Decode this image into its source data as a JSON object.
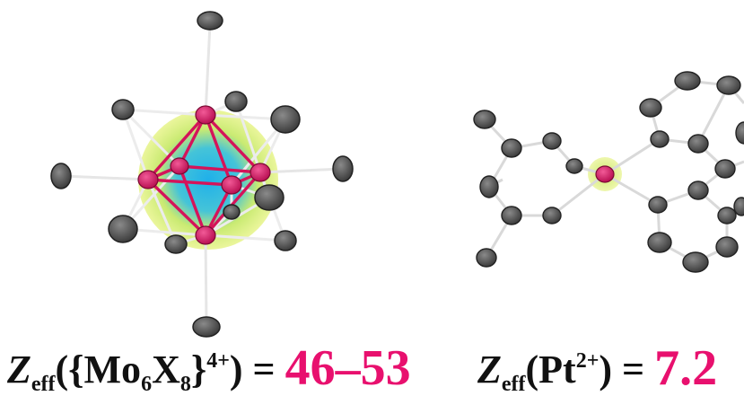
{
  "left_panel": {
    "caption": {
      "z_symbol": "Z",
      "z_subscript": "eff",
      "open": "({Mo",
      "mo_subscript": "6",
      "x_symbol": "X",
      "x_subscript": "8",
      "close_brace": "}",
      "charge": "4+",
      "close_paren": ") = ",
      "value": "46–53"
    }
  },
  "right_panel": {
    "caption": {
      "z_symbol": "Z",
      "z_subscript": "eff",
      "open": "(Pt",
      "charge": "2+",
      "close_paren": ") = ",
      "value": "7.2"
    }
  },
  "colors": {
    "highlight_value": "#e8106e",
    "metal_atom": "#d4145a",
    "ligand_atom": "#5b5b5b",
    "bond_light": "#d8d8d8",
    "glow_outer": "#e4f07a",
    "glow_inner": "#2fb8e6"
  }
}
